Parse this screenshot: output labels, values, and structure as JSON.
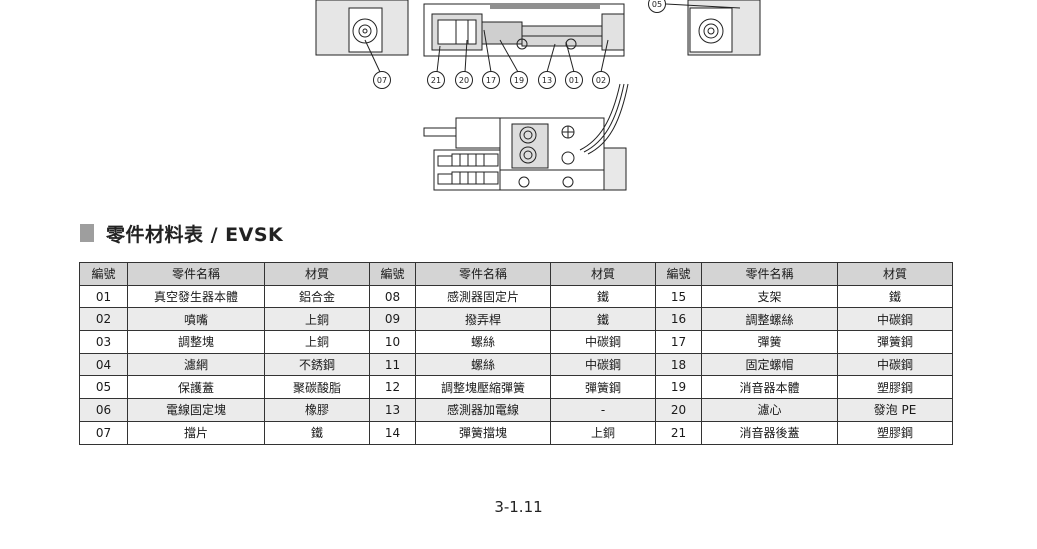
{
  "drawing": {
    "callouts_row": [
      "07",
      "21",
      "20",
      "17",
      "19",
      "13",
      "01",
      "02"
    ],
    "callout_top_right": "05"
  },
  "section": {
    "title": "零件材料表 / EVSK"
  },
  "table": {
    "headers": [
      "編號",
      "零件名稱",
      "材質",
      "編號",
      "零件名稱",
      "材質",
      "編號",
      "零件名稱",
      "材質"
    ],
    "rows": [
      [
        "01",
        "真空發生器本體",
        "鋁合金",
        "08",
        "感測器固定片",
        "鐵",
        "15",
        "支架",
        "鐵"
      ],
      [
        "02",
        "噴嘴",
        "上銅",
        "09",
        "撥弄桿",
        "鐵",
        "16",
        "調整螺絲",
        "中碳鋼"
      ],
      [
        "03",
        "調整塊",
        "上銅",
        "10",
        "螺絲",
        "中碳鋼",
        "17",
        "彈簧",
        "彈簧鋼"
      ],
      [
        "04",
        "濾網",
        "不銹鋼",
        "11",
        "螺絲",
        "中碳鋼",
        "18",
        "固定螺帽",
        "中碳鋼"
      ],
      [
        "05",
        "保護蓋",
        "聚碳酸脂",
        "12",
        "調整塊壓縮彈簧",
        "彈簧鋼",
        "19",
        "消音器本體",
        "塑膠鋼"
      ],
      [
        "06",
        "電線固定塊",
        "橡膠",
        "13",
        "感測器加電線",
        "-",
        "20",
        "濾心",
        "發泡 PE"
      ],
      [
        "07",
        "擋片",
        "鐵",
        "14",
        "彈簧擋塊",
        "上銅",
        "21",
        "消音器後蓋",
        "塑膠鋼"
      ]
    ]
  },
  "footer": {
    "page_number": "3-1.11"
  }
}
